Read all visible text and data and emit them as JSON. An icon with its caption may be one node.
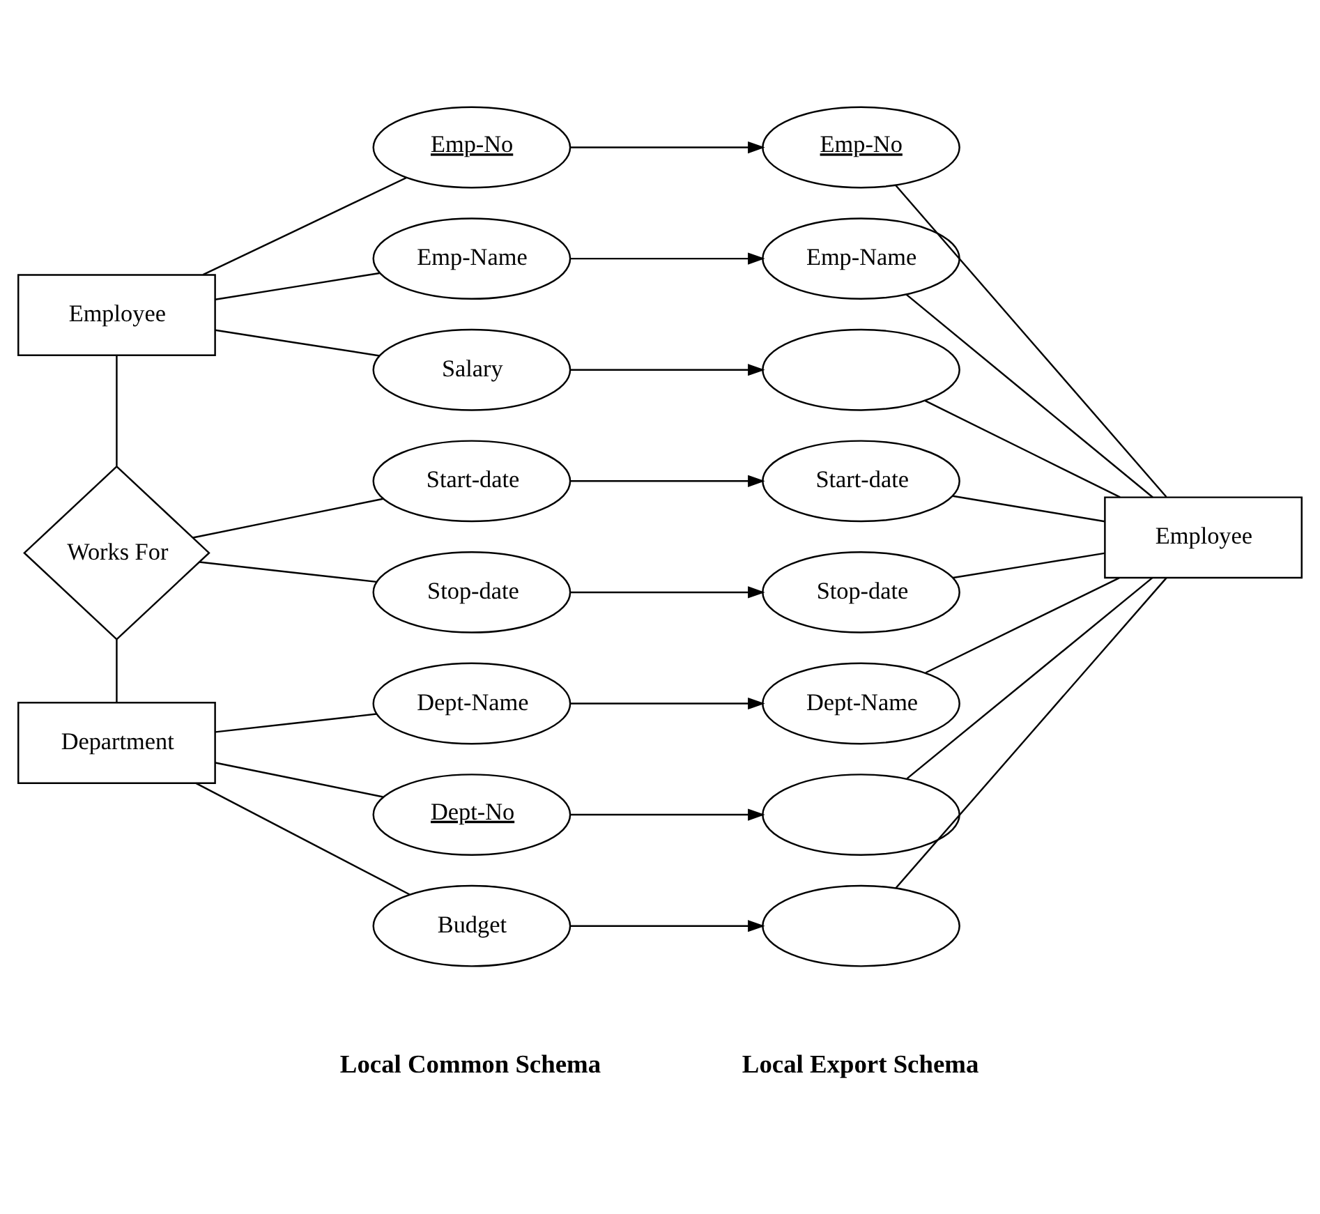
{
  "diagram": {
    "nodes": [
      {
        "text": [
          "Employee"
        ]
      },
      {
        "text": [
          "Works For"
        ]
      },
      {
        "text": [
          "Department"
        ]
      },
      {
        "text": [
          "Emp-No"
        ]
      },
      {
        "text": [
          "Emp-Name"
        ]
      },
      {
        "text": [
          "Salary"
        ]
      },
      {
        "text": [
          "Start-date"
        ]
      },
      {
        "text": [
          "Stop-date"
        ]
      },
      {
        "text": [
          "Dept-Name"
        ]
      },
      {
        "text": [
          "Dept-No"
        ]
      },
      {
        "text": [
          "Budget"
        ]
      },
      {
        "text": [
          "Emp-No"
        ]
      },
      {
        "text": [
          "Emp-Name"
        ]
      },
      {
        "text": [],
        "shape": "ellipse"
      },
      {
        "text": [
          "Start-date"
        ]
      },
      {
        "text": [
          "Stop-date"
        ]
      },
      {
        "text": [
          "Dept-Name"
        ]
      },
      {
        "text": [],
        "shape": "ellipse"
      },
      {
        "text": [],
        "shape": "ellipse"
      },
      {
        "text": [
          "Employee"
        ]
      }
    ],
    "edges": [
      {
        "from": 0,
        "to": 3,
        "arrow": "none"
      },
      {
        "from": 0,
        "to": 4,
        "arrow": "none"
      },
      {
        "from": 0,
        "to": 5,
        "arrow": "none"
      },
      {
        "from": 0,
        "to": 1,
        "arrow": "none"
      },
      {
        "from": 1,
        "to": 6,
        "arrow": "none"
      },
      {
        "from": 1,
        "to": 7,
        "arrow": "none"
      },
      {
        "from": 1,
        "to": 2,
        "arrow": "none"
      },
      {
        "from": 2,
        "to": 8,
        "arrow": "none"
      },
      {
        "from": 2,
        "to": 9,
        "arrow": "none"
      },
      {
        "from": 2,
        "to": 10,
        "arrow": "none"
      },
      {
        "from": 3,
        "to": 11,
        "arrow": "to"
      },
      {
        "from": 4,
        "to": 12,
        "arrow": "to"
      },
      {
        "from": 5,
        "to": 13,
        "arrow": "to"
      },
      {
        "from": 6,
        "to": 14,
        "arrow": "to"
      },
      {
        "from": 7,
        "to": 15,
        "arrow": "to"
      },
      {
        "from": 8,
        "to": 16,
        "arrow": "to"
      },
      {
        "from": 9,
        "to": 17,
        "arrow": "to"
      },
      {
        "from": 10,
        "to": 18,
        "arrow": "to"
      },
      {
        "from": 11,
        "to": 19,
        "arrow": "none"
      },
      {
        "from": 12,
        "to": 19,
        "arrow": "none"
      },
      {
        "from": 13,
        "to": 19,
        "arrow": "none"
      },
      {
        "from": 14,
        "to": 19,
        "arrow": "none"
      },
      {
        "from": 15,
        "to": 19,
        "arrow": "none"
      },
      {
        "from": 16,
        "to": 19,
        "arrow": "none"
      },
      {
        "from": 17,
        "to": 19,
        "arrow": "none"
      },
      {
        "from": 18,
        "to": 19,
        "arrow": "none"
      }
    ],
    "labels": [
      "Local Common Schema",
      "Local Export Schema"
    ]
  }
}
